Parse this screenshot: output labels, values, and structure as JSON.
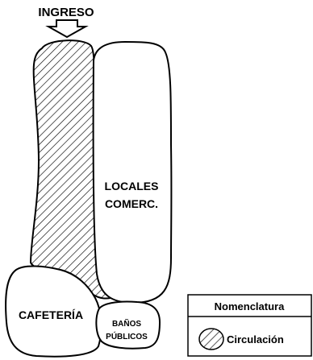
{
  "entrance": {
    "label": "INGRESO"
  },
  "zones": {
    "locales": {
      "line1": "LOCALES",
      "line2": "COMERC."
    },
    "cafeteria": {
      "label": "CAFETERÍA"
    },
    "banos": {
      "line1": "BAÑOS",
      "line2": "PÚBLICOS"
    }
  },
  "legend": {
    "title": "Nomenclatura",
    "items": [
      {
        "label": "Circulación",
        "pattern": "diagonal-hatch"
      }
    ]
  },
  "colors": {
    "stroke": "#000000",
    "fill": "#ffffff"
  }
}
